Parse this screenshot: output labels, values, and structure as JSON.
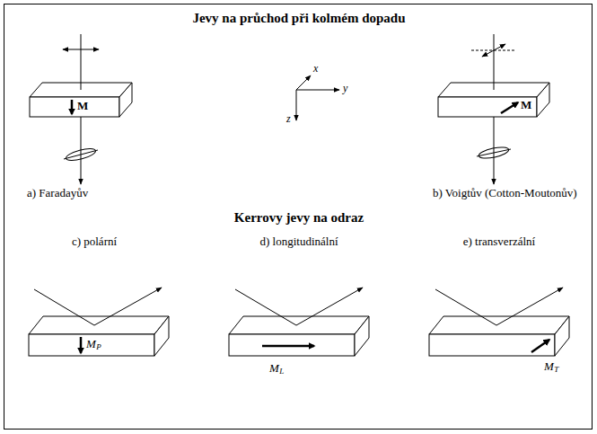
{
  "diagram": {
    "title": "Jevy na průchod při kolmém dopadu",
    "labels": [
      "Kerrovy jevy na odraz",
      "a) Faradayův",
      "x",
      "y",
      "z",
      "b) Voigtův (Cotton-Moutonův)",
      "M",
      "M",
      "c) polární",
      "d) longitudinální",
      "e) transverzální",
      "M",
      "P",
      "M",
      "L",
      "M",
      "T"
    ]
  }
}
